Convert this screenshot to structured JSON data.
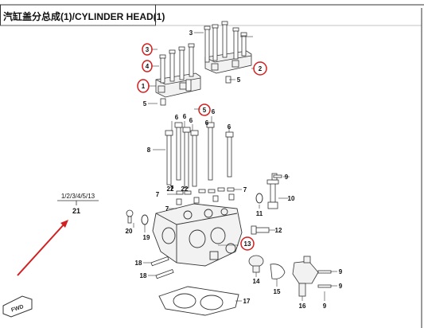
{
  "title": "汽缸盖分总成(1)/CYLINDER HEAD(1)",
  "group_label": "1/2/3/4/5/13",
  "group_number": "21",
  "fwd_label": "FWD",
  "colors": {
    "callout_red": "#d21f1f",
    "arrow_red": "#d21f1f",
    "line": "#333333",
    "part_fill": "#f2f2f2"
  },
  "callouts": [
    {
      "id": "c1",
      "text": "1",
      "circled": true
    },
    {
      "id": "c2",
      "text": "2",
      "circled": true
    },
    {
      "id": "c3",
      "text": "3",
      "circled": true
    },
    {
      "id": "c4",
      "text": "4",
      "circled": true
    },
    {
      "id": "c5",
      "text": "5",
      "circled": true
    },
    {
      "id": "c13",
      "text": "13",
      "circled": true
    },
    {
      "id": "p3a",
      "text": "3"
    },
    {
      "id": "p5a",
      "text": "5"
    },
    {
      "id": "p5b",
      "text": "5"
    },
    {
      "id": "p6a",
      "text": "6"
    },
    {
      "id": "p6b",
      "text": "6"
    },
    {
      "id": "p6c",
      "text": "6"
    },
    {
      "id": "p6d",
      "text": "6"
    },
    {
      "id": "p6e",
      "text": "6"
    },
    {
      "id": "p6f",
      "text": "6"
    },
    {
      "id": "p7a",
      "text": "7"
    },
    {
      "id": "p7b",
      "text": "7"
    },
    {
      "id": "p7c",
      "text": "7"
    },
    {
      "id": "p7d",
      "text": "7"
    },
    {
      "id": "p8",
      "text": "8"
    },
    {
      "id": "p9a",
      "text": "9"
    },
    {
      "id": "p9b",
      "text": "9"
    },
    {
      "id": "p9c",
      "text": "9"
    },
    {
      "id": "p10",
      "text": "10"
    },
    {
      "id": "p11",
      "text": "11"
    },
    {
      "id": "p12",
      "text": "12"
    },
    {
      "id": "p14",
      "text": "14"
    },
    {
      "id": "p15",
      "text": "15"
    },
    {
      "id": "p16",
      "text": "16"
    },
    {
      "id": "p17",
      "text": "17"
    },
    {
      "id": "p18a",
      "text": "18"
    },
    {
      "id": "p18b",
      "text": "18"
    },
    {
      "id": "p19",
      "text": "19"
    },
    {
      "id": "p20",
      "text": "20"
    },
    {
      "id": "p22a",
      "text": "22"
    },
    {
      "id": "p22b",
      "text": "22"
    }
  ]
}
